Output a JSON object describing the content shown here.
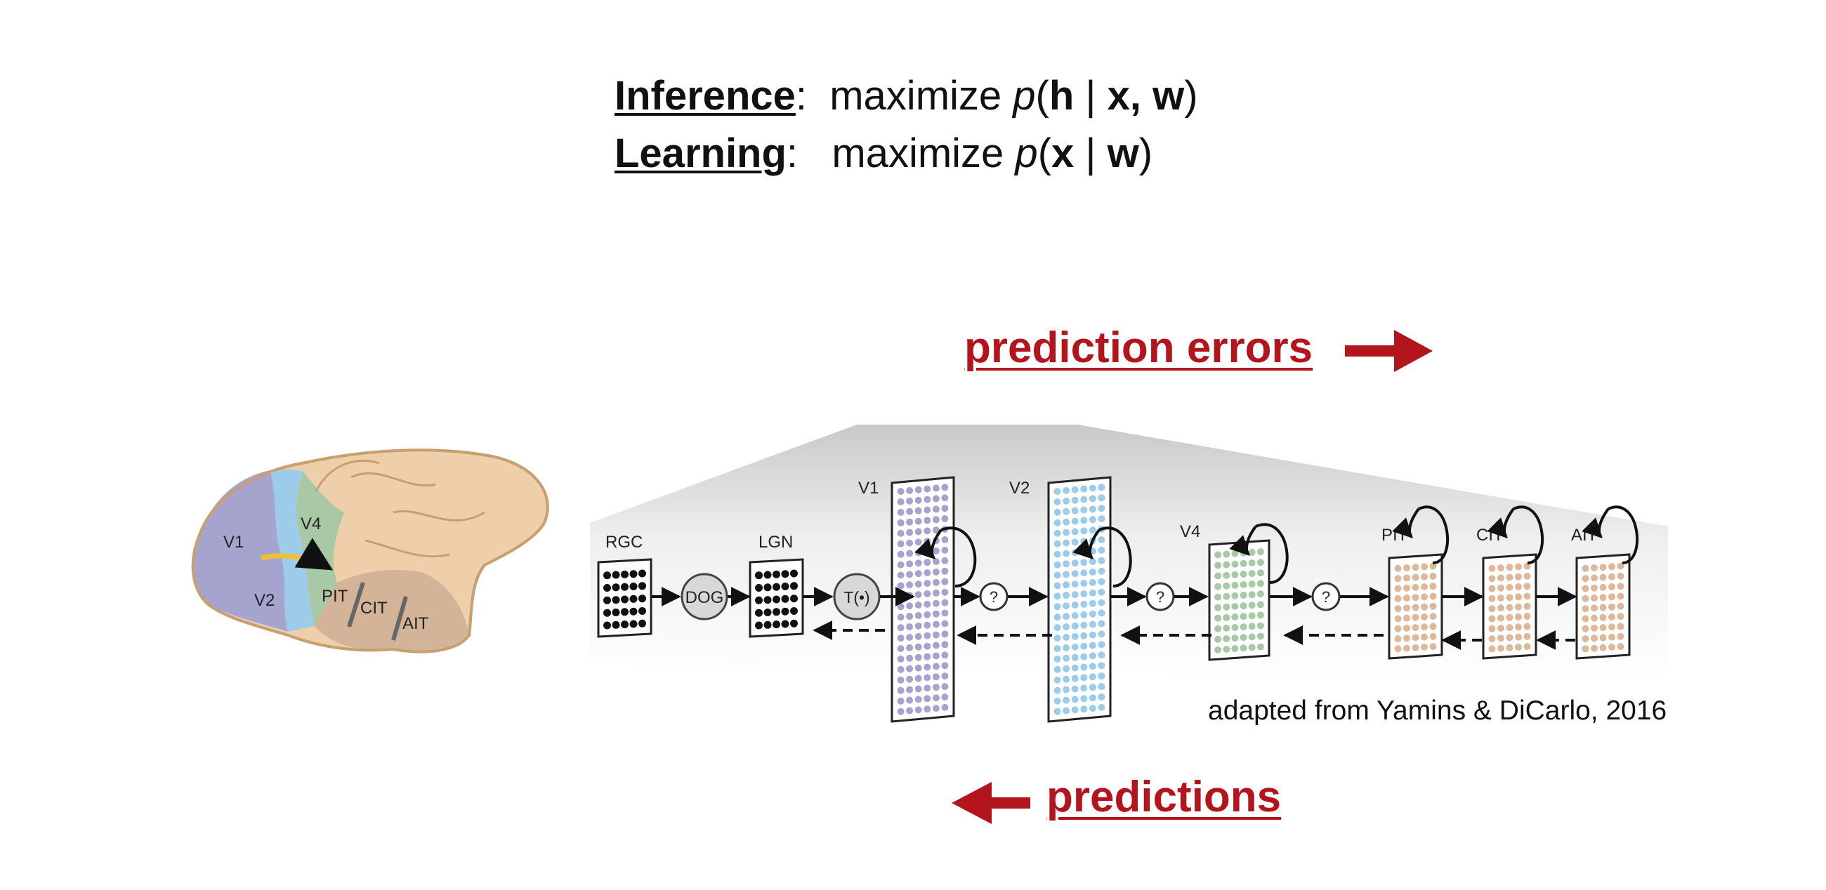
{
  "equations": {
    "inference": {
      "term": "Inference",
      "colon": ":  maximize ",
      "p": "p",
      "open": "(",
      "h": "h",
      "bar": " | ",
      "xw": "x, w",
      "close": ")"
    },
    "learning": {
      "term": "Learning",
      "colon": ":   maximize ",
      "p": "p",
      "open": "(",
      "x": "x",
      "bar": " | ",
      "w": "w",
      "close": ")"
    }
  },
  "flows": {
    "prediction_errors": "prediction errors",
    "predictions": "predictions"
  },
  "brain_labels": {
    "v1": "V1",
    "v2": "V2",
    "v4": "V4",
    "pit": "PIT",
    "cit": "CIT",
    "ait": "AIT"
  },
  "network_labels": {
    "rgc": "RGC",
    "dog": "DOG",
    "lgn": "LGN",
    "t": "T(•)",
    "v1": "V1",
    "v2": "V2",
    "v4": "V4",
    "pit": "PIT",
    "cit": "CIT",
    "ait": "AIT",
    "unknown": "?"
  },
  "credit": "adapted from Yamins & DiCarlo, 2016",
  "colors": {
    "accent_red": "#b4141c",
    "v1_purple": "#a7a3cf",
    "v2_blue": "#9dcbea",
    "v4_green": "#a9c8a6",
    "it_tan": "#ddb89a",
    "brain_skin": "#efcfaa",
    "brain_outline": "#c8a070"
  }
}
